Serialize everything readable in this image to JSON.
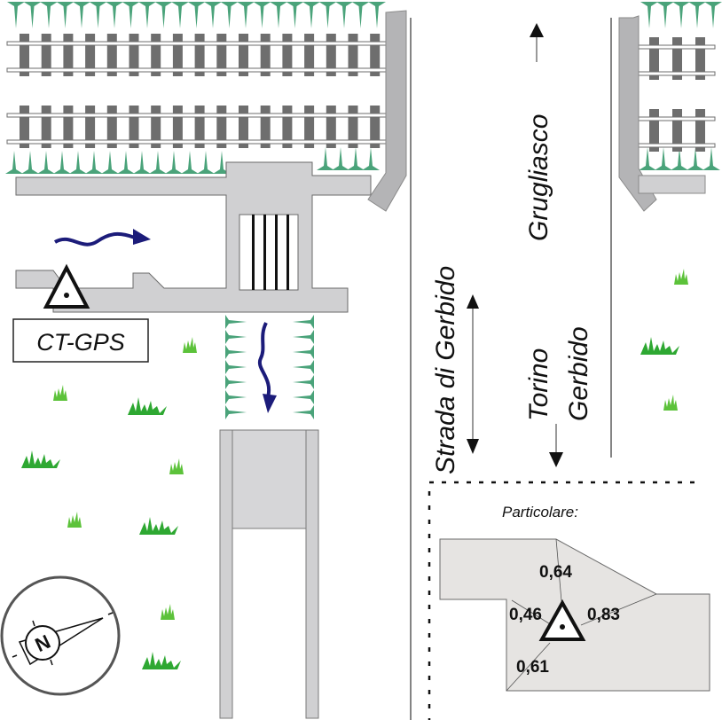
{
  "station_label": "CT-GPS",
  "roads": {
    "main_road": "Strada di Gerbido",
    "north_direction": "Grugliasco",
    "south_direction_line1": "Torino",
    "south_direction_line2": "Gerbido"
  },
  "detail": {
    "title": "Particolare:",
    "distances": {
      "top": "0,64",
      "left": "0,46",
      "right": "0,83",
      "bottom": "0,61"
    }
  },
  "compass": {
    "north_label": "N"
  },
  "colors": {
    "pavement": "#d0d0d2",
    "rail_sleeper": "#6e6e6e",
    "hedge": "#4aa37a",
    "grass": "#2ea832",
    "arrow": "#1c1c7a",
    "detail_fill": "#e6e4e2"
  }
}
